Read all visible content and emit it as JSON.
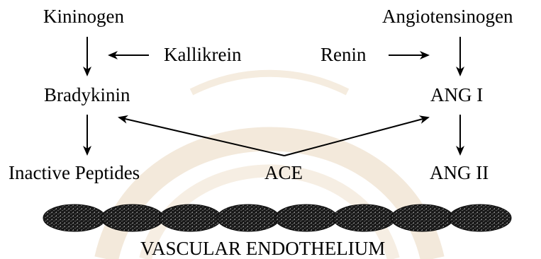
{
  "labels": {
    "kininogen": "Kininogen",
    "kallikrein": "Kallikrein",
    "bradykinin": "Bradykinin",
    "inactive_peptides": "Inactive Peptides",
    "angiotensinogen": "Angiotensinogen",
    "renin": "Renin",
    "ang1": "ANG I",
    "ang2": "ANG II",
    "ace": "ACE",
    "vascular_endothelium": "VASCULAR ENDOTHELIUM"
  },
  "colors": {
    "text": "#000000",
    "arrow": "#000000",
    "cell_fill": "#1a1a1a",
    "cell_texture": "#6a6a6a",
    "watermark": "#f1e6d6"
  },
  "endothelium": {
    "cell_count": 8
  }
}
